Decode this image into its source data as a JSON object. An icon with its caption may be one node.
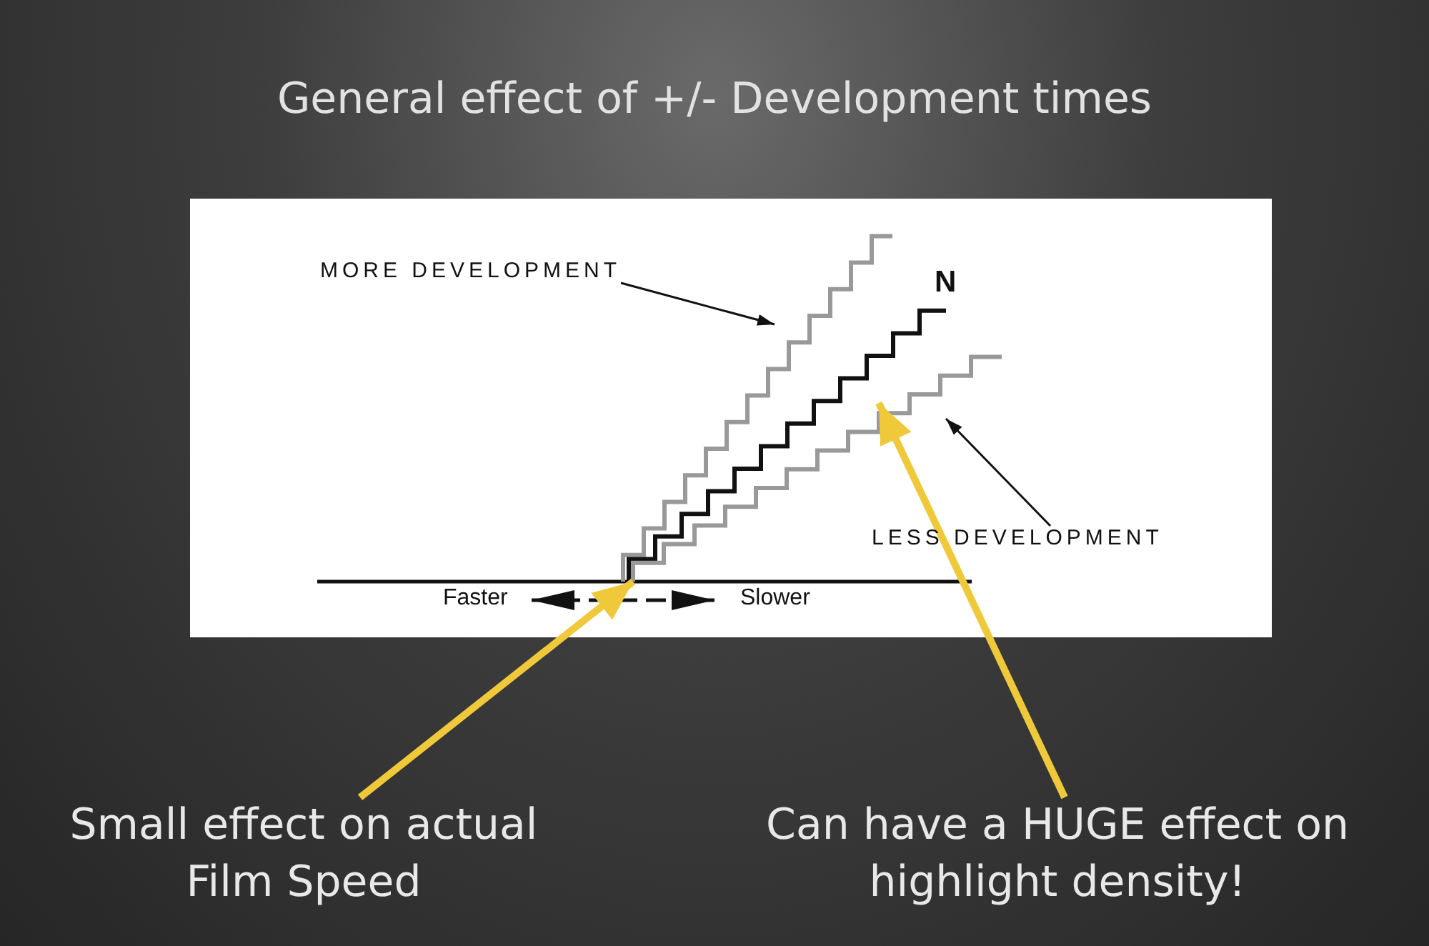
{
  "diagram": {
    "title": "General effect of +/- Development times",
    "nodes": [
      {
        "text": [
          "MORE DEVELOPMENT"
        ]
      },
      {
        "text": [],
        "shape": "line"
      },
      {
        "text": [],
        "shape": "line",
        "beside": [
          "N"
        ]
      },
      {
        "text": [],
        "shape": "line"
      },
      {
        "text": [
          "LESS DEVELOPMENT"
        ]
      },
      {
        "text": [
          "Small effect on actual Film Speed"
        ]
      },
      {
        "text": [
          "Can have a HUGE effect on highlight density!"
        ]
      }
    ],
    "edges": [
      {
        "from": 0,
        "to": 1,
        "arrow": "to"
      },
      {
        "from": 4,
        "to": 3,
        "arrow": "to"
      },
      {
        "from": 5,
        "to": 3,
        "arrow": "to",
        "style": "thick",
        "color": "#f0c93a"
      },
      {
        "from": 6,
        "to": 2,
        "arrow": "to",
        "style": "thick",
        "color": "#f0c93a"
      }
    ],
    "labels": [
      "Faster",
      "Slower"
    ]
  }
}
